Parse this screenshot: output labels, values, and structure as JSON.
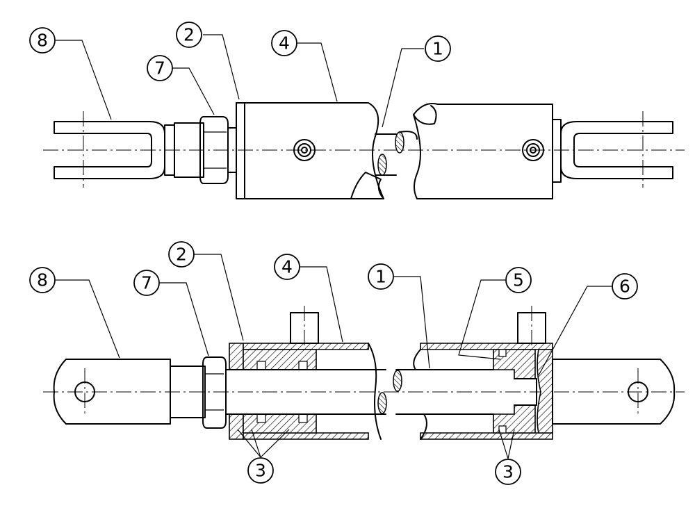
{
  "top_view": {
    "callouts": [
      "8",
      "7",
      "2",
      "4",
      "1"
    ]
  },
  "bottom_view": {
    "callouts": [
      "8",
      "7",
      "2",
      "4",
      "1",
      "5",
      "6"
    ],
    "seal_callouts": [
      "3",
      "3"
    ]
  }
}
